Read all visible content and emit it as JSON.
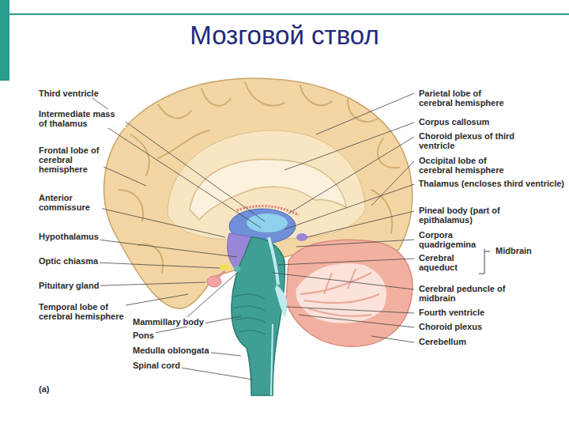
{
  "diagram": {
    "title": "Мозговой ствол",
    "labels": [
      "Third ventricle",
      "Intermediate mass of thalamus",
      "Frontal lobe of cerebral hemisphere",
      "Anterior commissure",
      "Hypothalamus",
      "Optic chiasma",
      "Pituitary gland",
      "Temporal lobe of cerebral hemisphere",
      "Mammillary body",
      "Pons",
      "Medulla oblongata",
      "Spinal cord",
      "(a)",
      "Parietal lobe of cerebral hemisphere",
      "Corpus callosum",
      "Choroid plexus of third ventricle",
      "Occipital lobe of cerebral hemisphere",
      "Thalamus (encloses third ventricle)",
      "Pineal body (part of epithalamus)",
      "Corpora quadrigemina",
      "Cerebral aqueduct",
      "Midbrain",
      "Cerebral peduncle of midbrain",
      "Fourth ventricle",
      "Choroid plexus",
      "Cerebellum"
    ]
  }
}
